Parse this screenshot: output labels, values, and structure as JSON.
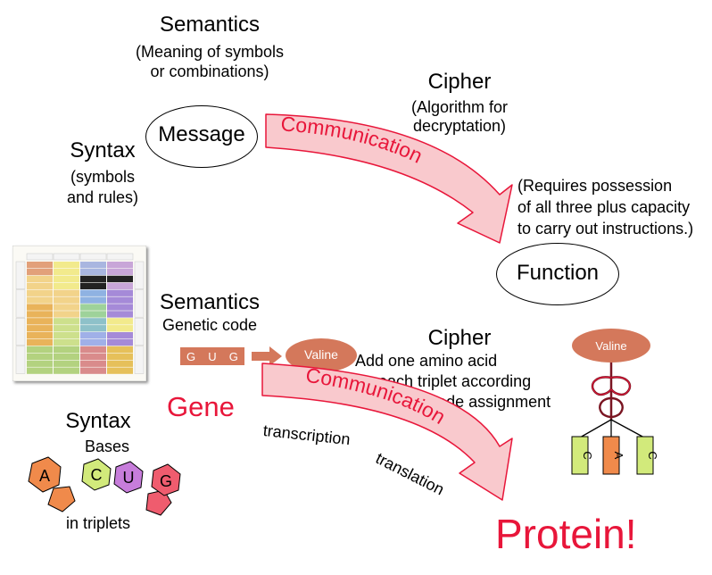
{
  "top": {
    "semantics_title": "Semantics",
    "semantics_sub_1": "(Meaning of symbols",
    "semantics_sub_2": "or combinations)",
    "cipher_title": "Cipher",
    "cipher_sub_1": "(Algorithm for",
    "cipher_sub_2": "decryptation)",
    "syntax_title": "Syntax",
    "syntax_sub_1": "(symbols",
    "syntax_sub_2": "and rules)",
    "message": "Message",
    "communication": "Communication",
    "requires_1": "(Requires possession",
    "requires_2": "of all three plus capacity",
    "requires_3": "to carry out instructions.)",
    "function": "Function"
  },
  "bottom": {
    "semantics_title": "Semantics",
    "genetic_code": "Genetic code",
    "codon_letters": [
      "G",
      "U",
      "G"
    ],
    "valine": "Valine",
    "cipher_title": "Cipher",
    "cipher_line_1": "Add one amino acid",
    "cipher_line_2": "for each triplet according",
    "cipher_line_3": "to genetic code assignment",
    "gene": "Gene",
    "communication": "Communication",
    "transcription": "transcription",
    "translation": "translation",
    "protein": "Protein!",
    "syntax_title": "Syntax",
    "bases_label": "Bases",
    "bases": [
      "A",
      "C",
      "U",
      "G"
    ],
    "in_triplets": "in triplets",
    "trna_valine": "Valine",
    "anticodon": [
      "C",
      "A",
      "C"
    ]
  },
  "colors": {
    "accent_red": "#e8163a",
    "arrow_fill": "#f9c9cd",
    "codon_box": "#d4785b",
    "base_A": "#f08a4b",
    "base_C": "#d2ea7b",
    "base_U": "#c77ddb",
    "base_G": "#ef5c6e"
  }
}
